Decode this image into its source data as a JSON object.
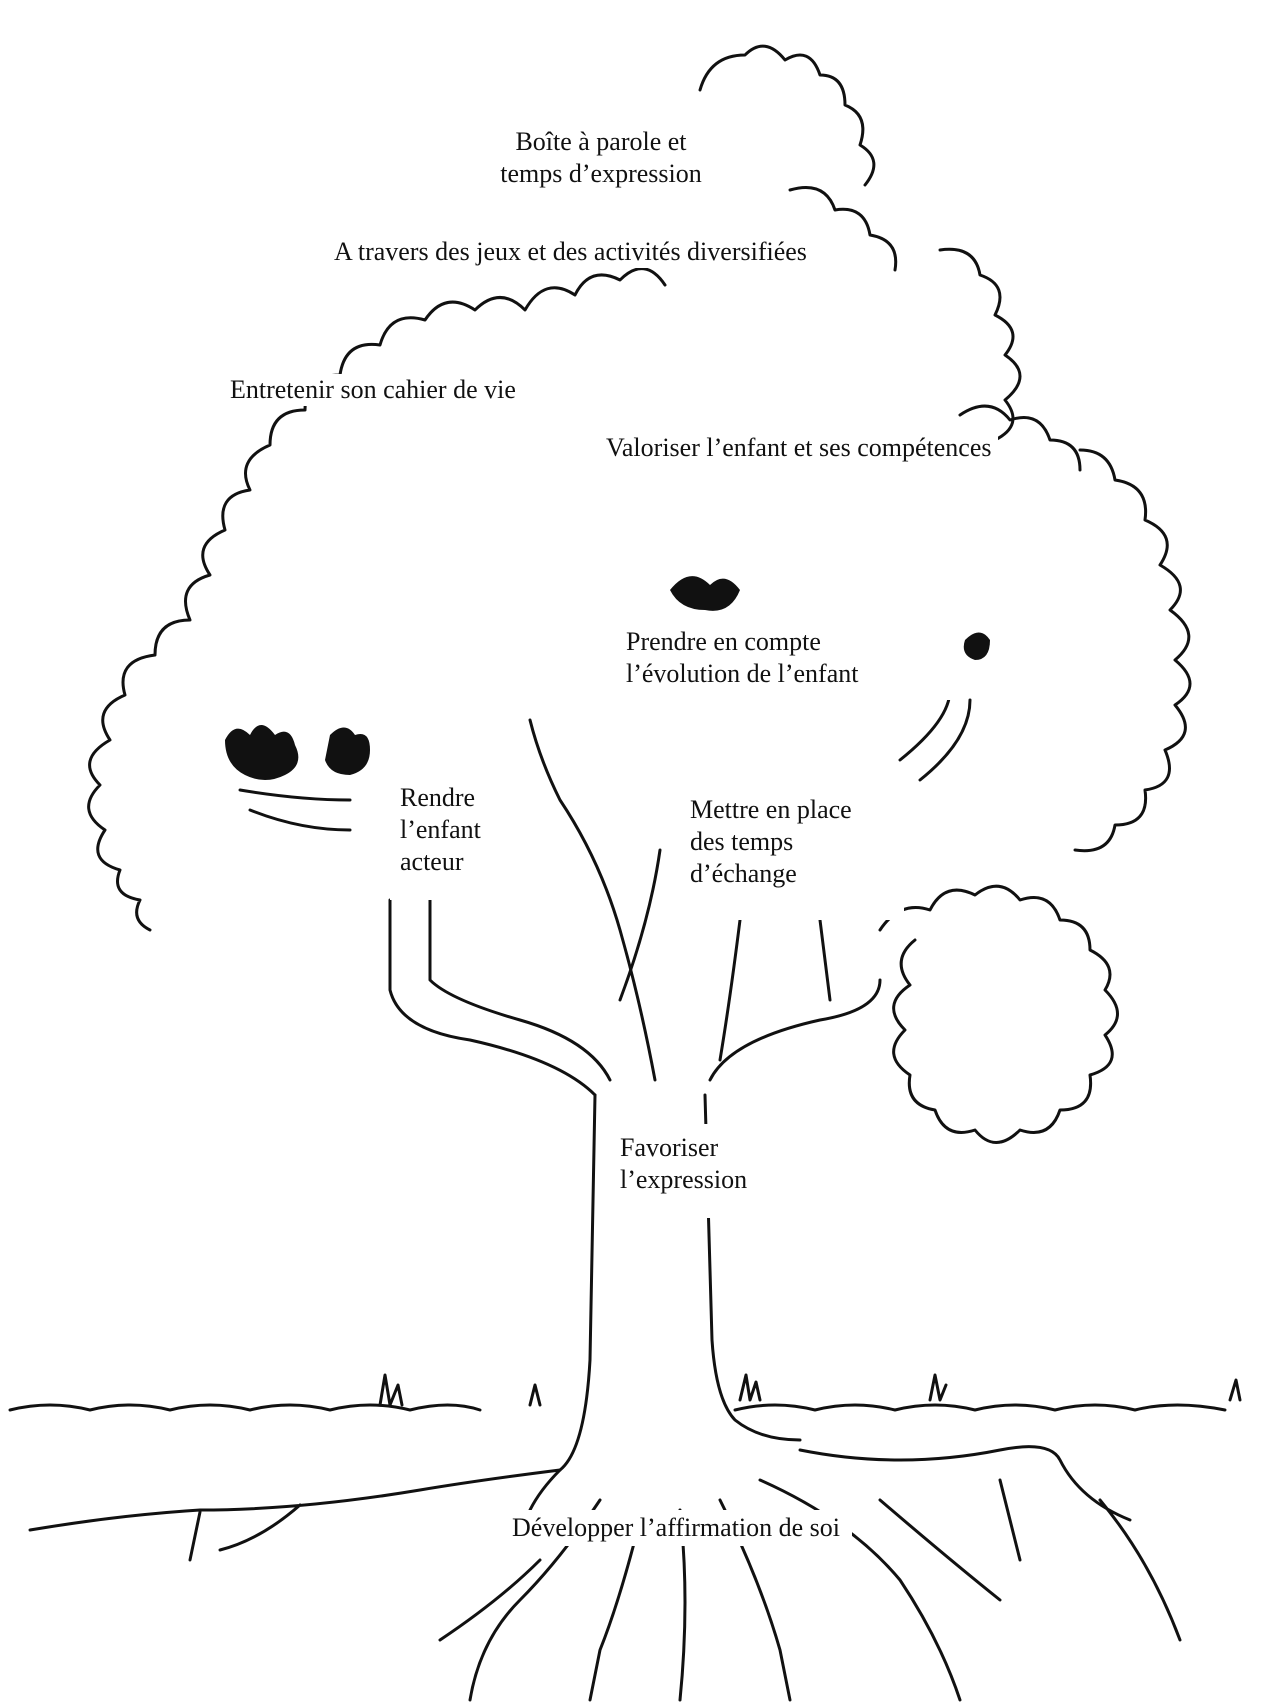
{
  "labels": {
    "boite": {
      "line1": "Boîte à parole et",
      "line2": "temps  d’expression"
    },
    "jeux": "A travers des jeux et des activités diversifiées",
    "cahier": "Entretenir son cahier de vie",
    "valoriser": "Valoriser l’enfant et ses compétences",
    "prendre": {
      "line1": "Prendre en compte",
      "line2": "l’évolution de l’enfant"
    },
    "rendre": {
      "line1": "Rendre",
      "line2": "l’enfant",
      "line3": "acteur"
    },
    "mettre": {
      "line1": "Mettre en place",
      "line2": "des temps",
      "line3": "d’échange"
    },
    "favoriser": {
      "line1": "Favoriser",
      "line2": "l’expression"
    },
    "developper": "Développer l’affirmation de soi"
  },
  "colors": {
    "ink": "#111111",
    "background": "#ffffff"
  }
}
